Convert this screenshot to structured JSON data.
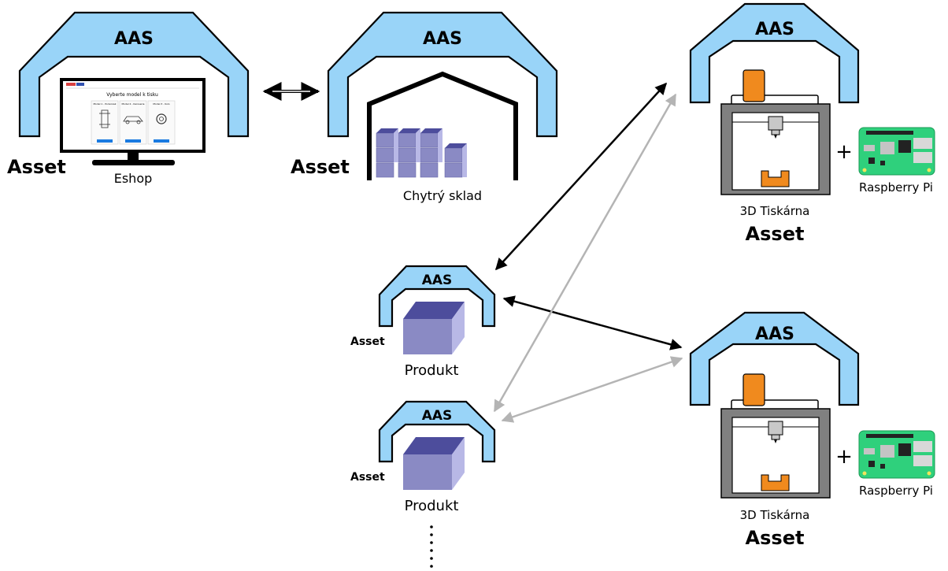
{
  "aas_label": "AAS",
  "asset_label": "Asset",
  "nodes": {
    "eshop": {
      "name": "Eshop",
      "screen": {
        "heading": "Vyberte model k tisku",
        "cards": [
          "Model 1 - Podvozek",
          "Model 2 - Karoserie",
          "Model 3 - Kolo"
        ],
        "button": "Vybrat"
      }
    },
    "warehouse": {
      "name": "Chytrý sklad"
    },
    "printer1": {
      "name": "3D Tiskárna",
      "addon": "Raspberry Pi",
      "plus": "+"
    },
    "printer2": {
      "name": "3D Tiskárna",
      "addon": "Raspberry Pi",
      "plus": "+"
    },
    "product1": {
      "name": "Produkt"
    },
    "product2": {
      "name": "Produkt"
    }
  },
  "links": [
    {
      "from": "eshop",
      "to": "warehouse",
      "style": "black"
    },
    {
      "from": "printer1",
      "to": "product1",
      "style": "black"
    },
    {
      "from": "product1",
      "to": "printer2",
      "style": "black"
    },
    {
      "from": "printer1",
      "to": "product2",
      "style": "gray"
    },
    {
      "from": "printer2",
      "to": "product2",
      "style": "gray"
    }
  ],
  "colors": {
    "aas_fill": "#99d4f8",
    "product_front": "#8a8ac4",
    "product_top": "#4d4d9c",
    "product_side": "#b8b8e6",
    "printer_frame": "#808080",
    "printer_orange": "#f08a1e",
    "pi_board": "#2fd07c",
    "link_black": "#000000",
    "link_gray": "#b4b4b4"
  },
  "more_items": "⋮"
}
